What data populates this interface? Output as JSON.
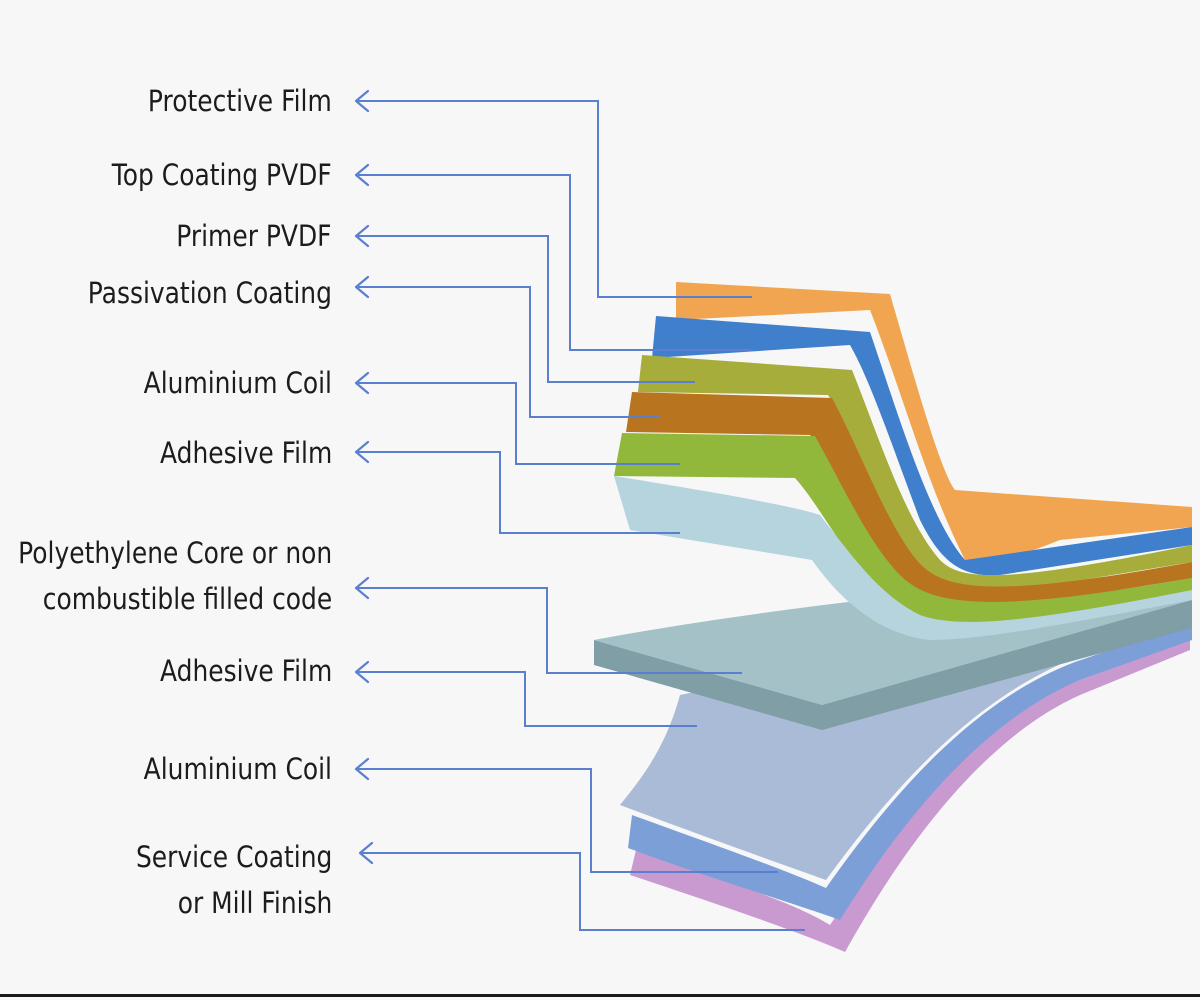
{
  "colors": {
    "leader": "#5a7fcf",
    "background": "#f7f7f8",
    "text": "#1c1c1c"
  },
  "labels": [
    {
      "id": "protective-film",
      "lines": [
        "Protective Film"
      ]
    },
    {
      "id": "top-coating-pvdf",
      "lines": [
        "Top Coating PVDF"
      ]
    },
    {
      "id": "primer-pvdf",
      "lines": [
        "Primer PVDF"
      ]
    },
    {
      "id": "passivation-coating",
      "lines": [
        "Passivation Coating"
      ]
    },
    {
      "id": "aluminium-coil-top",
      "lines": [
        "Aluminium Coil"
      ]
    },
    {
      "id": "adhesive-film-top",
      "lines": [
        "Adhesive Film"
      ]
    },
    {
      "id": "polyethylene-core",
      "lines": [
        "Polyethylene Core or non",
        "combustible filled code"
      ]
    },
    {
      "id": "adhesive-film-bottom",
      "lines": [
        "Adhesive Film"
      ]
    },
    {
      "id": "aluminium-coil-bottom",
      "lines": [
        "Aluminium Coil"
      ]
    },
    {
      "id": "service-coating",
      "lines": [
        "Service Coating",
        "or Mill Finish"
      ]
    }
  ],
  "layers": [
    {
      "id": "protective-film-layer",
      "color": "#f2a550"
    },
    {
      "id": "top-coating-layer",
      "color": "#3f7fcc"
    },
    {
      "id": "primer-layer",
      "color": "#a6ad3a"
    },
    {
      "id": "passivation-layer",
      "color": "#b8741f"
    },
    {
      "id": "aluminium-top-layer",
      "color": "#91b83a"
    },
    {
      "id": "adhesive-top-layer",
      "color": "#b6d4de"
    },
    {
      "id": "core-layer",
      "color": "#a4c1c8"
    },
    {
      "id": "adhesive-bottom-layer",
      "color": "#a9bbd6"
    },
    {
      "id": "aluminium-bottom-layer",
      "color": "#7d9fd8"
    },
    {
      "id": "service-layer",
      "color": "#c99ad0"
    }
  ]
}
